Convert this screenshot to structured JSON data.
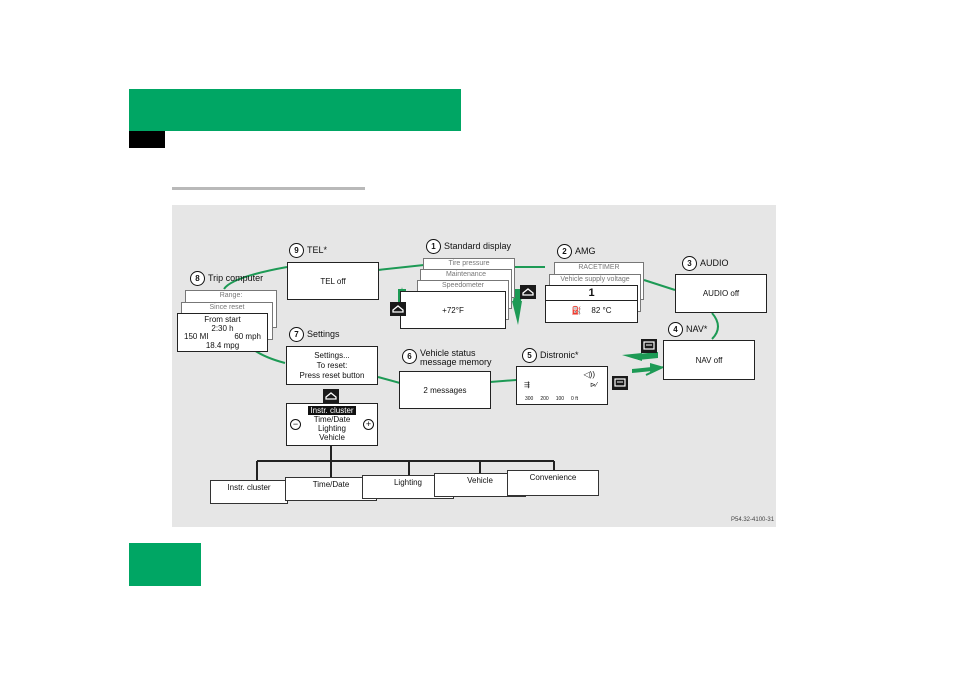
{
  "figure_code": "P54.32-4100-31",
  "nodes": {
    "standard": {
      "num": "1",
      "label": "Standard display",
      "cards": [
        "Tire pressure",
        "Maintenance",
        "Speedometer"
      ],
      "value": "+72°F"
    },
    "amg": {
      "num": "2",
      "label": "AMG",
      "cards": [
        "RACETIMER",
        "Vehicle supply voltage"
      ],
      "value": "1",
      "temp": "82 °C"
    },
    "audio": {
      "num": "3",
      "label": "AUDIO",
      "value": "AUDIO off"
    },
    "nav": {
      "num": "4",
      "label": "NAV*",
      "value": "NAV off"
    },
    "distronic": {
      "num": "5",
      "label": "Distronic*",
      "scale": [
        "300",
        "200",
        "100",
        "0 ft"
      ]
    },
    "vehicle_status": {
      "num": "6",
      "label_line1": "Vehicle status",
      "label_line2": "message memory",
      "value": "2 messages"
    },
    "settings": {
      "num": "7",
      "label": "Settings",
      "line1": "Settings...",
      "line2": "To reset:",
      "line3": "Press reset button"
    },
    "trip": {
      "num": "8",
      "label": "Trip computer",
      "cards": [
        "Range:",
        "Since reset"
      ],
      "line1": "From start",
      "line2": "2:30 h",
      "line3a": "150 MI",
      "line3b": "60 mph",
      "line4": "18.4 mpg"
    },
    "tel": {
      "num": "9",
      "label": "TEL*",
      "value": "TEL off"
    }
  },
  "submenu": {
    "items": [
      "Instr. cluster",
      "Time/Date",
      "Lighting",
      "Vehicle"
    ],
    "minus": "−",
    "plus": "+"
  },
  "tabs": [
    "Instr. cluster",
    "Time/Date",
    "Lighting",
    "Vehicle",
    "Convenience"
  ],
  "colors": {
    "green": "#00a664",
    "arrow_green": "#1d9a55",
    "figure_bg": "#e6e6e6"
  }
}
